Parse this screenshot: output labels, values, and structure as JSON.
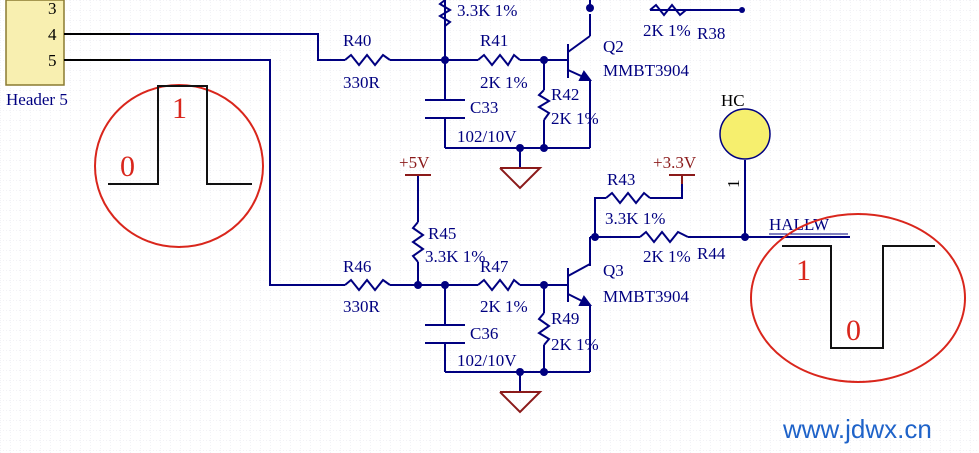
{
  "colors": {
    "wire": "#000080",
    "component": "#000080",
    "power": "#8b1a1a",
    "annotation": "#d9261c",
    "header_fill": "#f8efb0",
    "hc_fill": "#f6ef6e",
    "watermark": "#1f63c9",
    "grid": "#e6e6ee"
  },
  "header": {
    "pins": [
      "3",
      "4",
      "5"
    ],
    "name": "Header 5"
  },
  "top_stage": {
    "r_top_value": "3.3K 1%",
    "r38": {
      "value": "2K 1%",
      "ref": "R38"
    },
    "r40": {
      "ref": "R40",
      "value": "330R"
    },
    "r41": {
      "ref": "R41",
      "value": "2K 1%"
    },
    "r42": {
      "ref": "R42",
      "value": "2K 1%"
    },
    "c33": {
      "ref": "C33",
      "value": "102/10V"
    },
    "q2": {
      "ref": "Q2",
      "part": "MMBT3904"
    }
  },
  "bottom_stage": {
    "supply_5v": "+5V",
    "supply_3v3": "+3.3V",
    "r43": {
      "ref": "R43",
      "value": "3.3K 1%"
    },
    "r44": {
      "ref": "R44",
      "value": "2K 1%"
    },
    "r45": {
      "ref": "R45",
      "value": "3.3K 1%"
    },
    "r46": {
      "ref": "R46",
      "value": "330R"
    },
    "r47": {
      "ref": "R47",
      "value": "2K 1%"
    },
    "r49": {
      "ref": "R49",
      "value": "2K 1%"
    },
    "c36": {
      "ref": "C36",
      "value": "102/10V"
    },
    "q3": {
      "ref": "Q3",
      "part": "MMBT3904"
    }
  },
  "hc": {
    "label": "HC",
    "pin": "1"
  },
  "net_label": "HALLW",
  "input_wave": {
    "low": "0",
    "high": "1"
  },
  "output_wave": {
    "high": "1",
    "low": "0"
  },
  "watermark": "www.jdwx.cn"
}
